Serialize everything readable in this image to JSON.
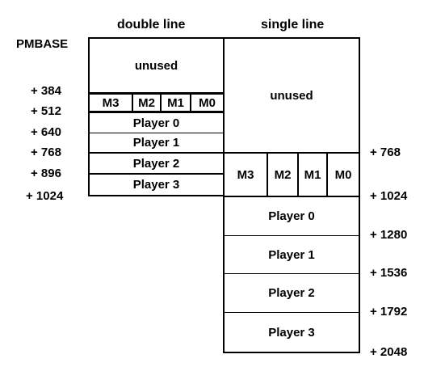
{
  "headers": {
    "double": "double line",
    "single": "single line"
  },
  "base_label": "PMBASE",
  "left_offsets": [
    "+ 384",
    "+ 512",
    "+ 640",
    "+ 768",
    "+ 896",
    "+ 1024"
  ],
  "right_offsets": [
    "+ 768",
    "+ 1024",
    "+ 1280",
    "+ 1536",
    "+ 1792",
    "+ 2048"
  ],
  "double": {
    "unused": "unused",
    "missiles": [
      "M3",
      "M2",
      "M1",
      "M0"
    ],
    "players": [
      "Player 0",
      "Player 1",
      "Player 2",
      "Player 3"
    ]
  },
  "single": {
    "unused": "unused",
    "missiles": [
      "M3",
      "M2",
      "M1",
      "M0"
    ],
    "players": [
      "Player 0",
      "Player 1",
      "Player 2",
      "Player 3"
    ]
  }
}
